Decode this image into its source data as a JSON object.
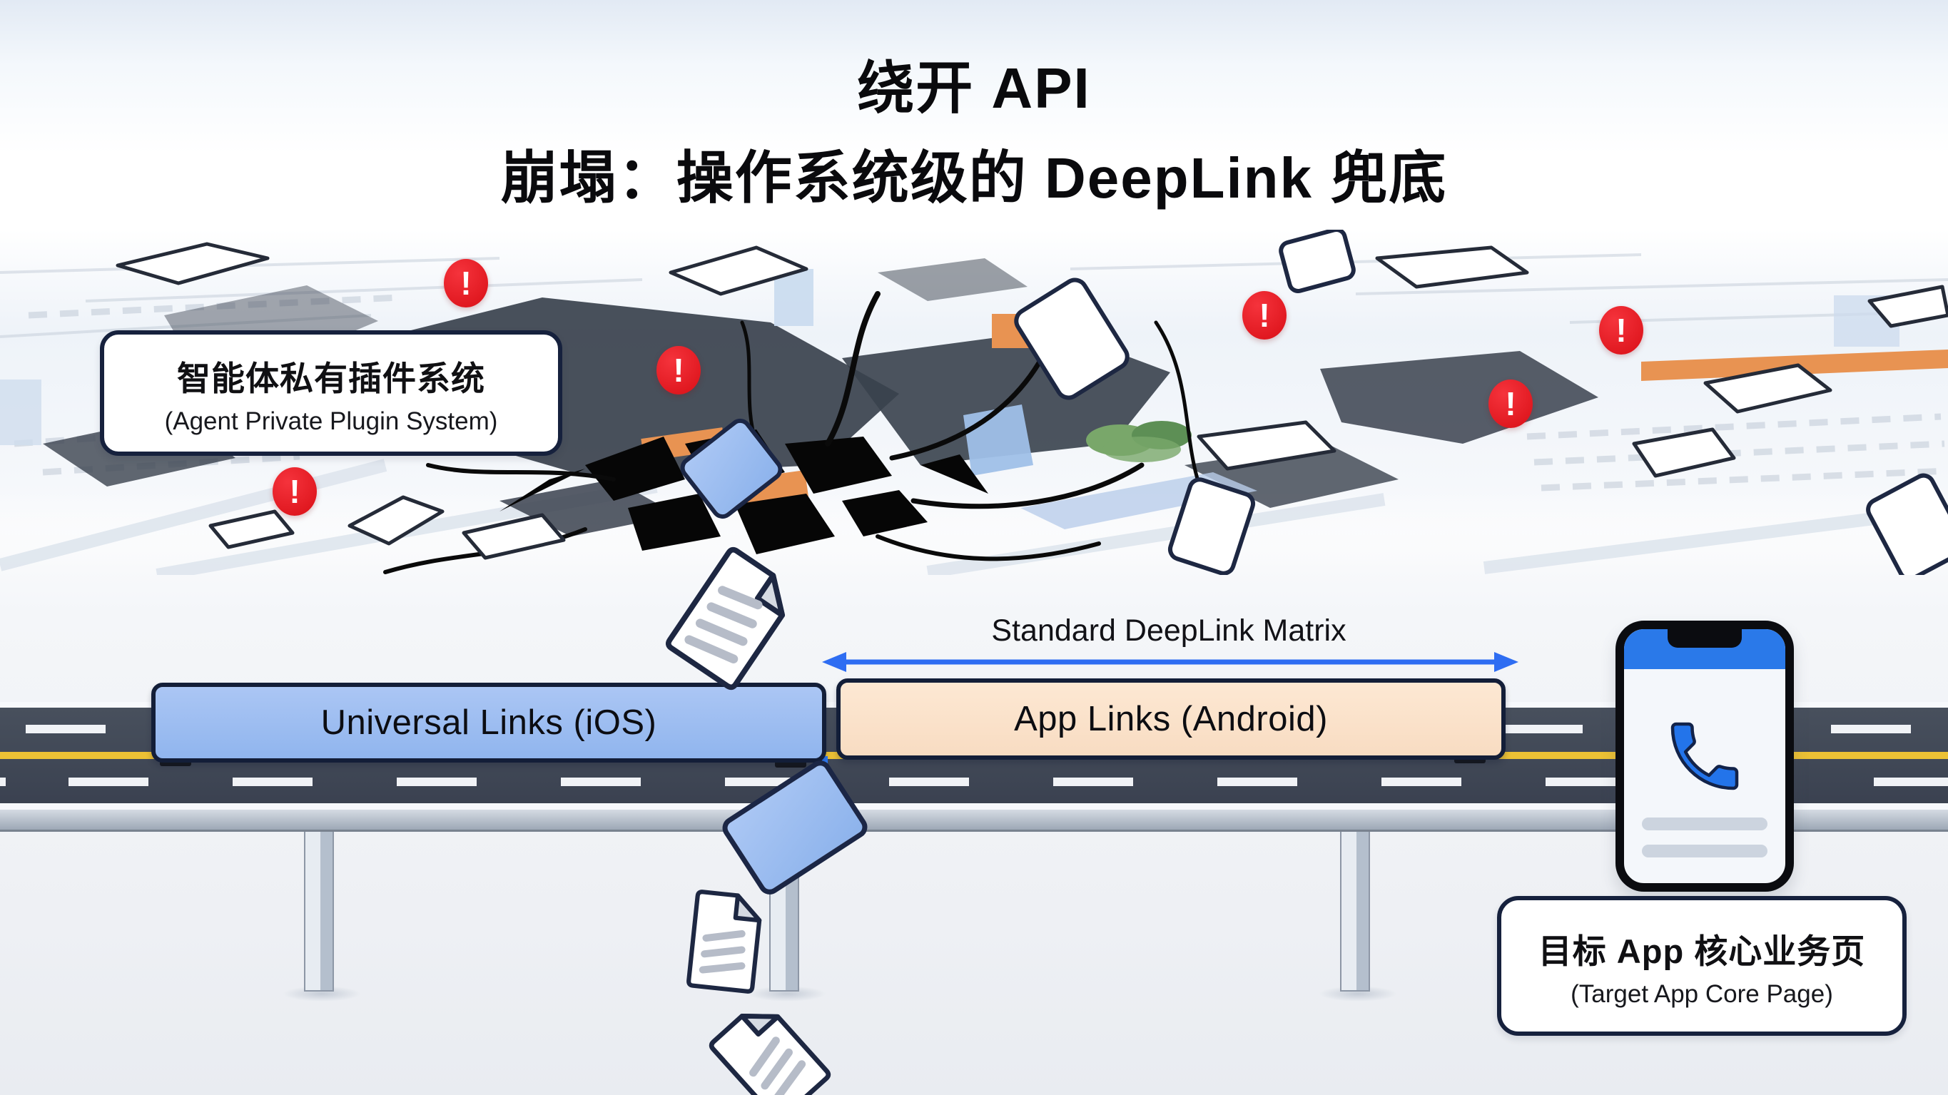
{
  "title": {
    "line1": "绕开 API",
    "line2": "崩塌：操作系统级的 DeepLink 兜底"
  },
  "plugin_label": {
    "zh": "智能体私有插件系统",
    "en": "(Agent Private Plugin System)"
  },
  "deeplink_matrix": {
    "label": "Standard DeepLink Matrix"
  },
  "bridge": {
    "universal_links": "Universal Links (iOS)",
    "app_links": "App Links (Android)"
  },
  "target_label": {
    "zh": "目标 App 核心业务页",
    "en": "(Target App Core Page)"
  },
  "icons": {
    "warning_glyph": "!"
  },
  "colors": {
    "warning_red": "#e01118",
    "arrow_blue": "#2e6df2",
    "ios_box_blue": "#9dbcf1",
    "android_box_peach": "#fbe2cb",
    "road_gray": "#3f4653",
    "lane_yellow": "#ecc135",
    "phone_header_blue": "#2a79e9",
    "handset_blue": "#2374ea"
  }
}
